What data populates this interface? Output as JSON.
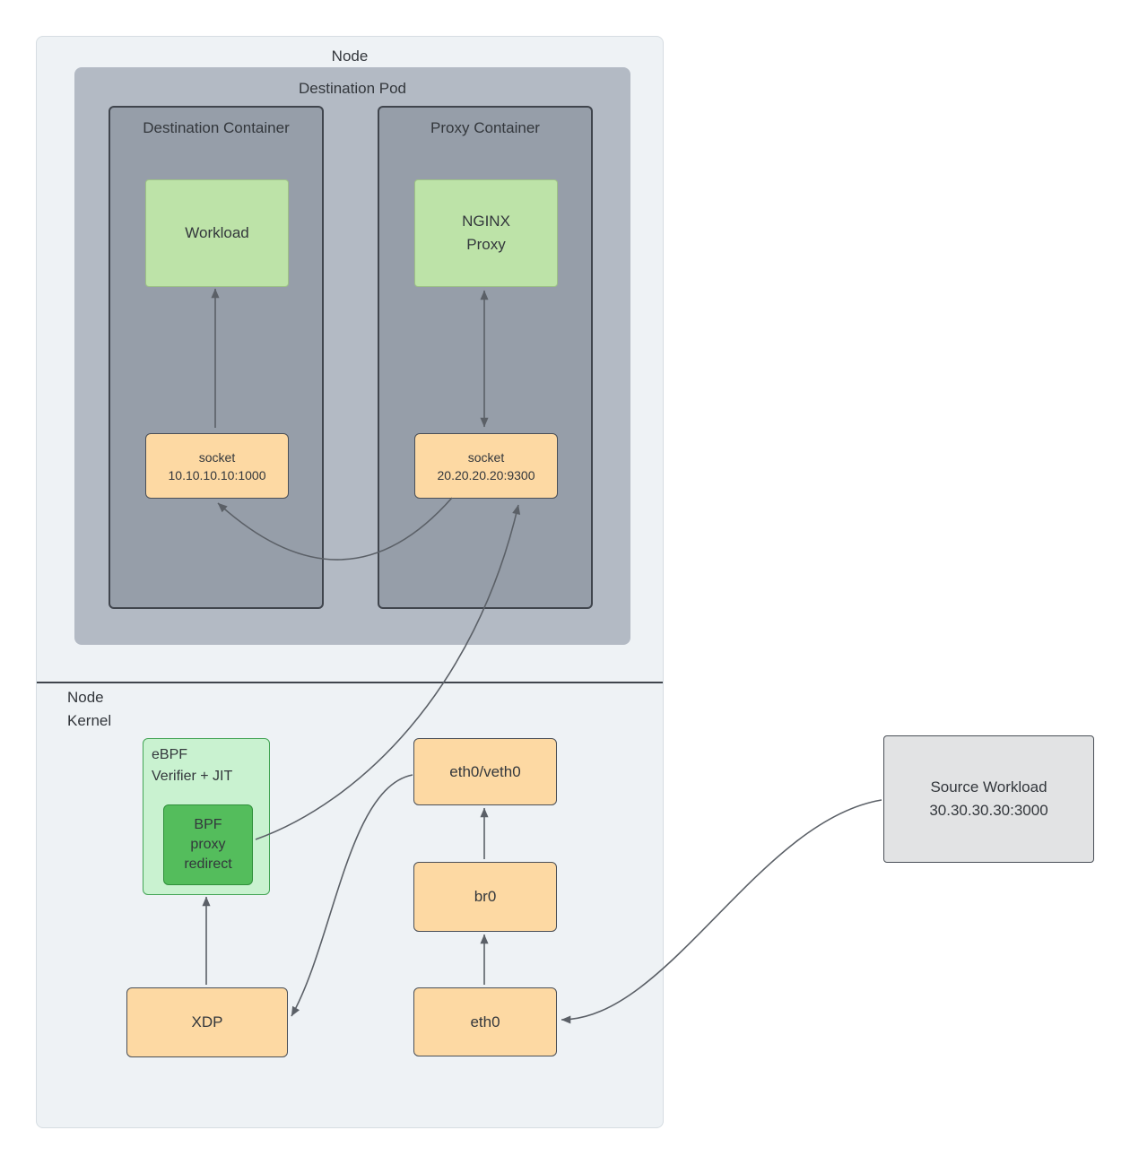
{
  "nodes": {
    "node": "Node",
    "node_kernel": "Node\nKernel",
    "destination_pod": "Destination Pod",
    "destination_container": "Destination Container",
    "proxy_container": "Proxy Container",
    "workload": "Workload",
    "nginx_proxy": "NGINX\nProxy",
    "socket_destination": "socket\n10.10.10.10:1000",
    "socket_proxy": "socket\n20.20.20.20:9300",
    "ebpf_verifier": "eBPF\nVerifier + JIT",
    "bpf_proxy_redirect": "BPF\nproxy\nredirect",
    "eth0_veth0": "eth0/veth0",
    "br0": "br0",
    "eth0": "eth0",
    "xdp": "XDP",
    "source_workload": "Source Workload\n30.30.30.30:3000"
  },
  "colors": {
    "page_bg": "#ffffff",
    "node_fill": "#eef2f5",
    "node_border": "#d6dde2",
    "pod_fill": "#b3bac4",
    "container_fill": "#969ea9",
    "container_border": "#40454d",
    "green_fill": "#bde3a8",
    "green_border": "#9dc185",
    "orange_fill": "#fdd9a3",
    "orange_border": "#4a4f57",
    "mint_fill": "#c9f2d0",
    "mint_border": "#43a455",
    "bpf_fill": "#54bd5c",
    "bpf_border": "#2f8f3a",
    "gray_fill": "#e2e3e4",
    "gray_border": "#4a4f57",
    "divider": "#40454d",
    "arrow": "#5b6067",
    "text": "#33373c"
  }
}
